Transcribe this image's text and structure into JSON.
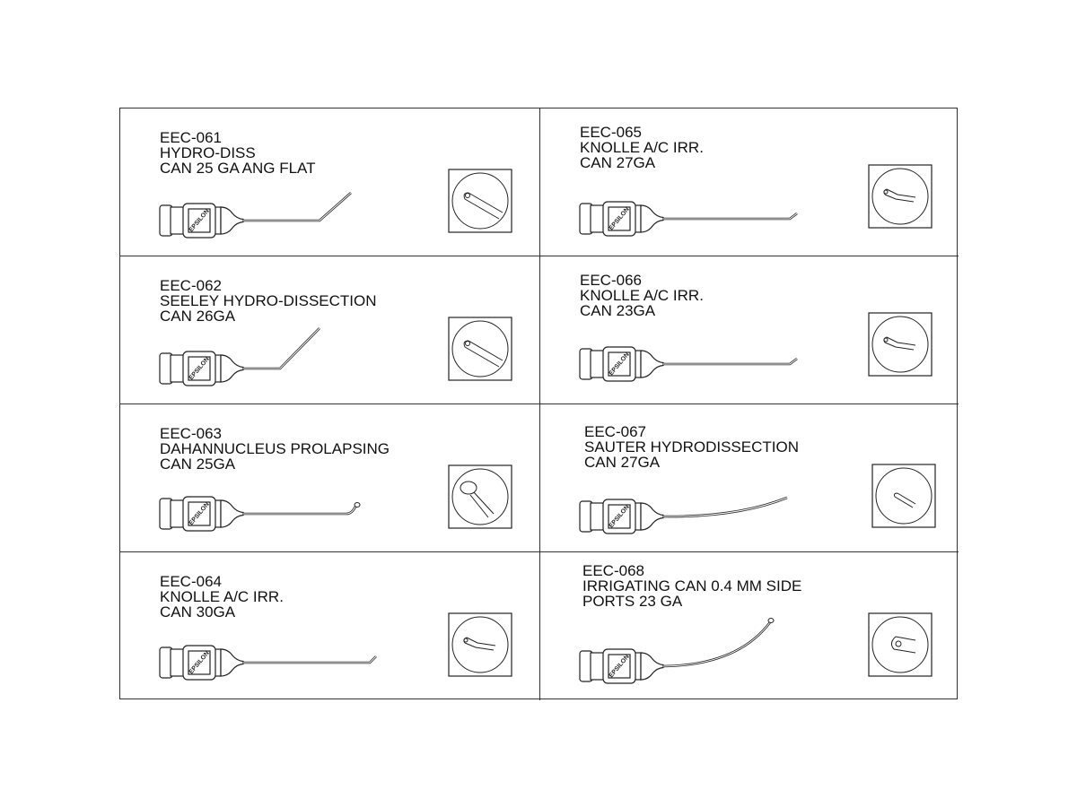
{
  "brand": "EPSILON",
  "products": [
    {
      "code": "EEC-061",
      "lines": [
        "HYDRO-DISS",
        "CAN 25 GA ANG FLAT"
      ],
      "tip": "angled-flat"
    },
    {
      "code": "EEC-065",
      "lines": [
        "KNOLLE A/C IRR.",
        "CAN 27GA"
      ],
      "tip": "short-bend"
    },
    {
      "code": "EEC-062",
      "lines": [
        "SEELEY HYDRO-DISSECTION",
        "CAN 26GA"
      ],
      "tip": "angled-flat"
    },
    {
      "code": "EEC-066",
      "lines": [
        "KNOLLE A/C IRR.",
        "CAN 23GA"
      ],
      "tip": "short-bend"
    },
    {
      "code": "EEC-063",
      "lines": [
        "DAHANNUCLEUS PROLAPSING",
        "CAN 25GA"
      ],
      "tip": "bulb"
    },
    {
      "code": "EEC-067",
      "lines": [
        "SAUTER HYDRODISSECTION",
        "CAN 27GA"
      ],
      "tip": "curved"
    },
    {
      "code": "EEC-064",
      "lines": [
        "KNOLLE A/C IRR.",
        "CAN 30GA"
      ],
      "tip": "short-bend"
    },
    {
      "code": "EEC-068",
      "lines": [
        "IRRIGATING CAN 0.4 MM SIDE",
        "PORTS 23 GA"
      ],
      "tip": "side-port"
    }
  ]
}
